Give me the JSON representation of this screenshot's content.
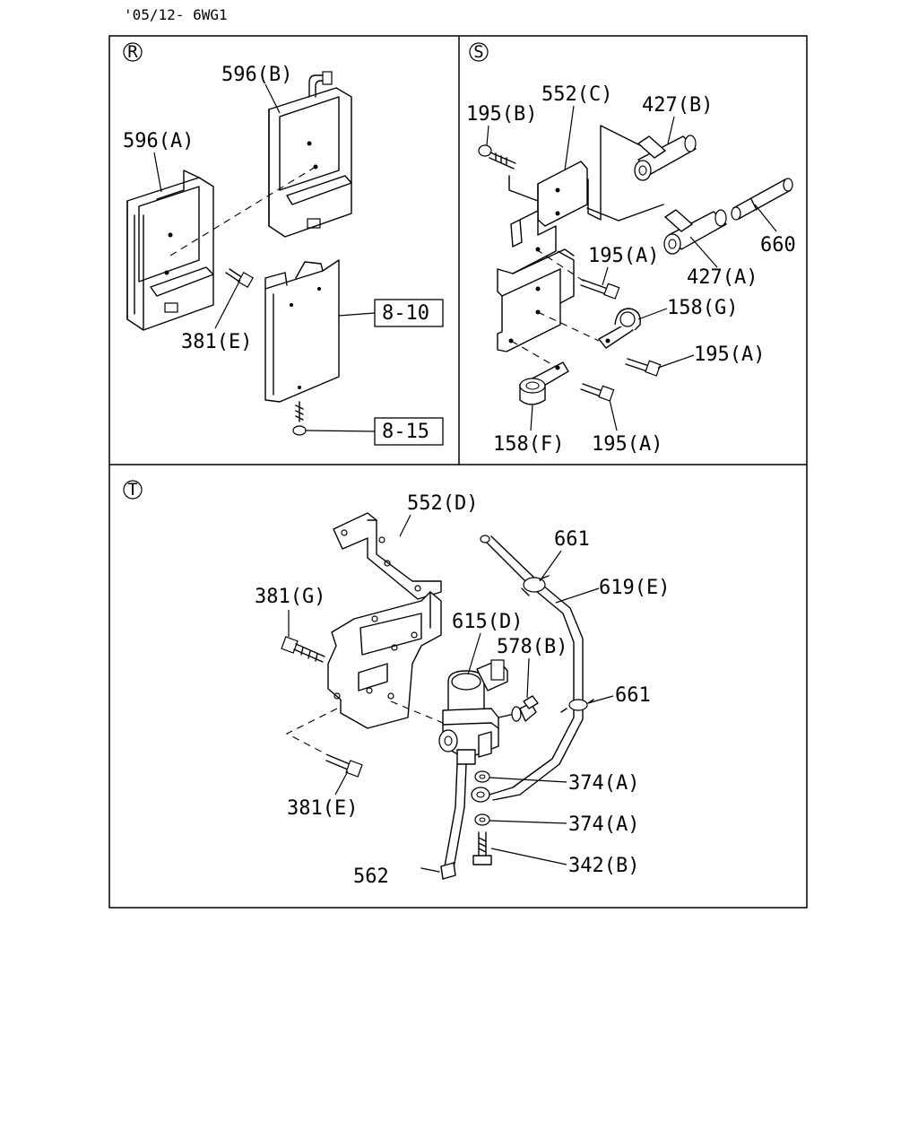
{
  "header": {
    "code": "'05/12- 6WG1"
  },
  "sections": {
    "r": {
      "symbol": "R",
      "labels": {
        "p596b": "596(B)",
        "p596a": "596(A)",
        "p381e": "381(E)",
        "ref810": "8-10",
        "ref815": "8-15"
      }
    },
    "s": {
      "symbol": "S",
      "labels": {
        "p552c": "552(C)",
        "p195b": "195(B)",
        "p427b": "427(B)",
        "p660": "660",
        "p195a_1": "195(A)",
        "p427a": "427(A)",
        "p158g": "158(G)",
        "p195a_2": "195(A)",
        "p158f": "158(F)",
        "p195a_3": "195(A)"
      }
    },
    "t": {
      "symbol": "T",
      "labels": {
        "p552d": "552(D)",
        "p661_1": "661",
        "p619e": "619(E)",
        "p381g": "381(G)",
        "p615d": "615(D)",
        "p578b": "578(B)",
        "p661_2": "661",
        "p374a_1": "374(A)",
        "p381e": "381(E)",
        "p374a_2": "374(A)",
        "p342b": "342(B)",
        "p562": "562"
      }
    }
  }
}
